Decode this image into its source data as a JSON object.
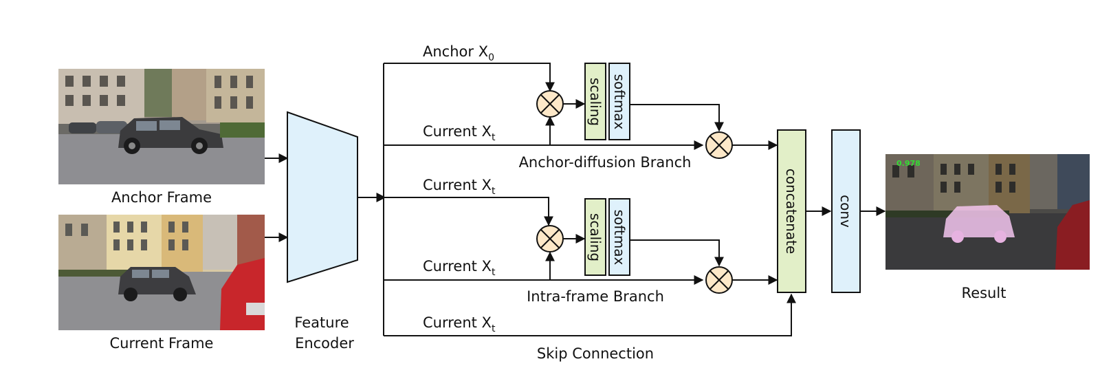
{
  "inputs": {
    "anchor_frame_label": "Anchor Frame",
    "current_frame_label": "Current Frame"
  },
  "encoder": {
    "label_line1": "Feature",
    "label_line2": "Encoder"
  },
  "branches": {
    "anchor_x0_prefix": "Anchor X",
    "anchor_x0_sub": "0",
    "current_xt_prefix": "Current X",
    "current_xt_sub": "t",
    "anchor_diffusion_label": "Anchor-diffusion Branch",
    "intra_frame_label": "Intra-frame Branch",
    "skip_connection_label": "Skip Connection"
  },
  "blocks": {
    "scaling": "scaling",
    "softmax": "softmax",
    "concatenate": "concatenate",
    "conv": "conv"
  },
  "result": {
    "label": "Result",
    "score": "0.978"
  },
  "colors": {
    "encoder_fill": "#dff1fb",
    "green_block": "#e2efc8",
    "blue_block": "#dff1fb",
    "multiply_node": "#fde8c8",
    "mask_overlay": "#f3c6ee"
  }
}
